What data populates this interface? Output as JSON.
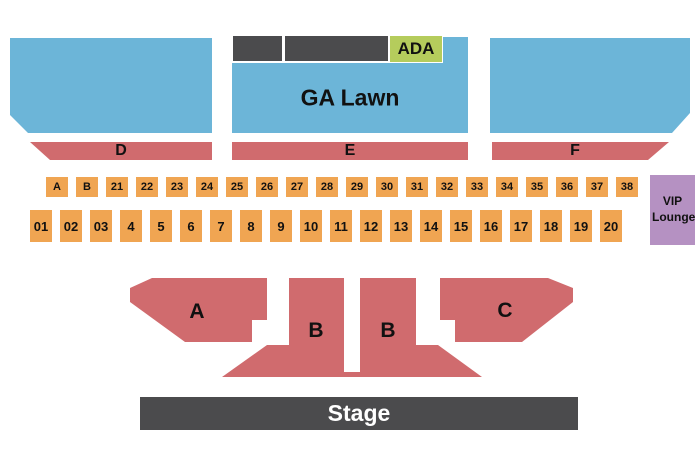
{
  "ga_lawn": {
    "label": "GA Lawn"
  },
  "ada": {
    "label": "ADA"
  },
  "row_bars": {
    "d": "D",
    "e": "E",
    "f": "F"
  },
  "seat_rows": {
    "row1": [
      "A",
      "B",
      "21",
      "22",
      "23",
      "24",
      "25",
      "26",
      "27",
      "28",
      "29",
      "30",
      "31",
      "32",
      "33",
      "34",
      "35",
      "36",
      "37",
      "38"
    ],
    "row2": [
      "01",
      "02",
      "03",
      "4",
      "5",
      "6",
      "7",
      "8",
      "9",
      "10",
      "11",
      "12",
      "13",
      "14",
      "15",
      "16",
      "17",
      "18",
      "19",
      "20"
    ]
  },
  "vip_lounge": {
    "label": "VIP Lounge"
  },
  "sections": {
    "a": "A",
    "b_left": "B",
    "b_right": "B",
    "c": "C"
  },
  "stage": {
    "label": "Stage"
  },
  "colors": {
    "lawn_blue": "#6CB5D8",
    "section_red": "#D06B6E",
    "seat_orange": "#F0A552",
    "ada_green": "#B5CC5C",
    "vip_purple": "#B591C2",
    "structure_gray": "#4B4B4D",
    "label_black": "#111111",
    "stage_text": "#FFFFFF"
  }
}
